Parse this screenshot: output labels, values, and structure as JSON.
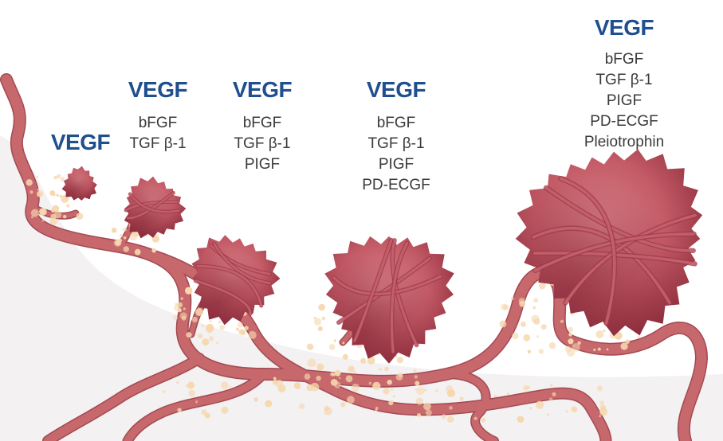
{
  "colors": {
    "background": "#ffffff",
    "vegf_text": "#1f4f8f",
    "factor_text": "#3a3a3a",
    "vessel": "#c7686d",
    "vessel_edge": "#a34a52",
    "tumor_light": "#cf6b74",
    "tumor_dark": "#8c2b3b",
    "particle": "#f6d7ae"
  },
  "stages": [
    {
      "id": "stage-1",
      "vegf": "VEGF",
      "factors": []
    },
    {
      "id": "stage-2",
      "vegf": "VEGF",
      "factors": [
        "bFGF",
        "TGF β-1"
      ]
    },
    {
      "id": "stage-3",
      "vegf": "VEGF",
      "factors": [
        "bFGF",
        "TGF β-1",
        "PIGF"
      ]
    },
    {
      "id": "stage-4",
      "vegf": "VEGF",
      "factors": [
        "bFGF",
        "TGF β-1",
        "PIGF",
        "PD-ECGF"
      ]
    },
    {
      "id": "stage-5",
      "vegf": "VEGF",
      "factors": [
        "bFGF",
        "TGF β-1",
        "PIGF",
        "PD-ECGF",
        "Pleiotrophin"
      ]
    }
  ]
}
